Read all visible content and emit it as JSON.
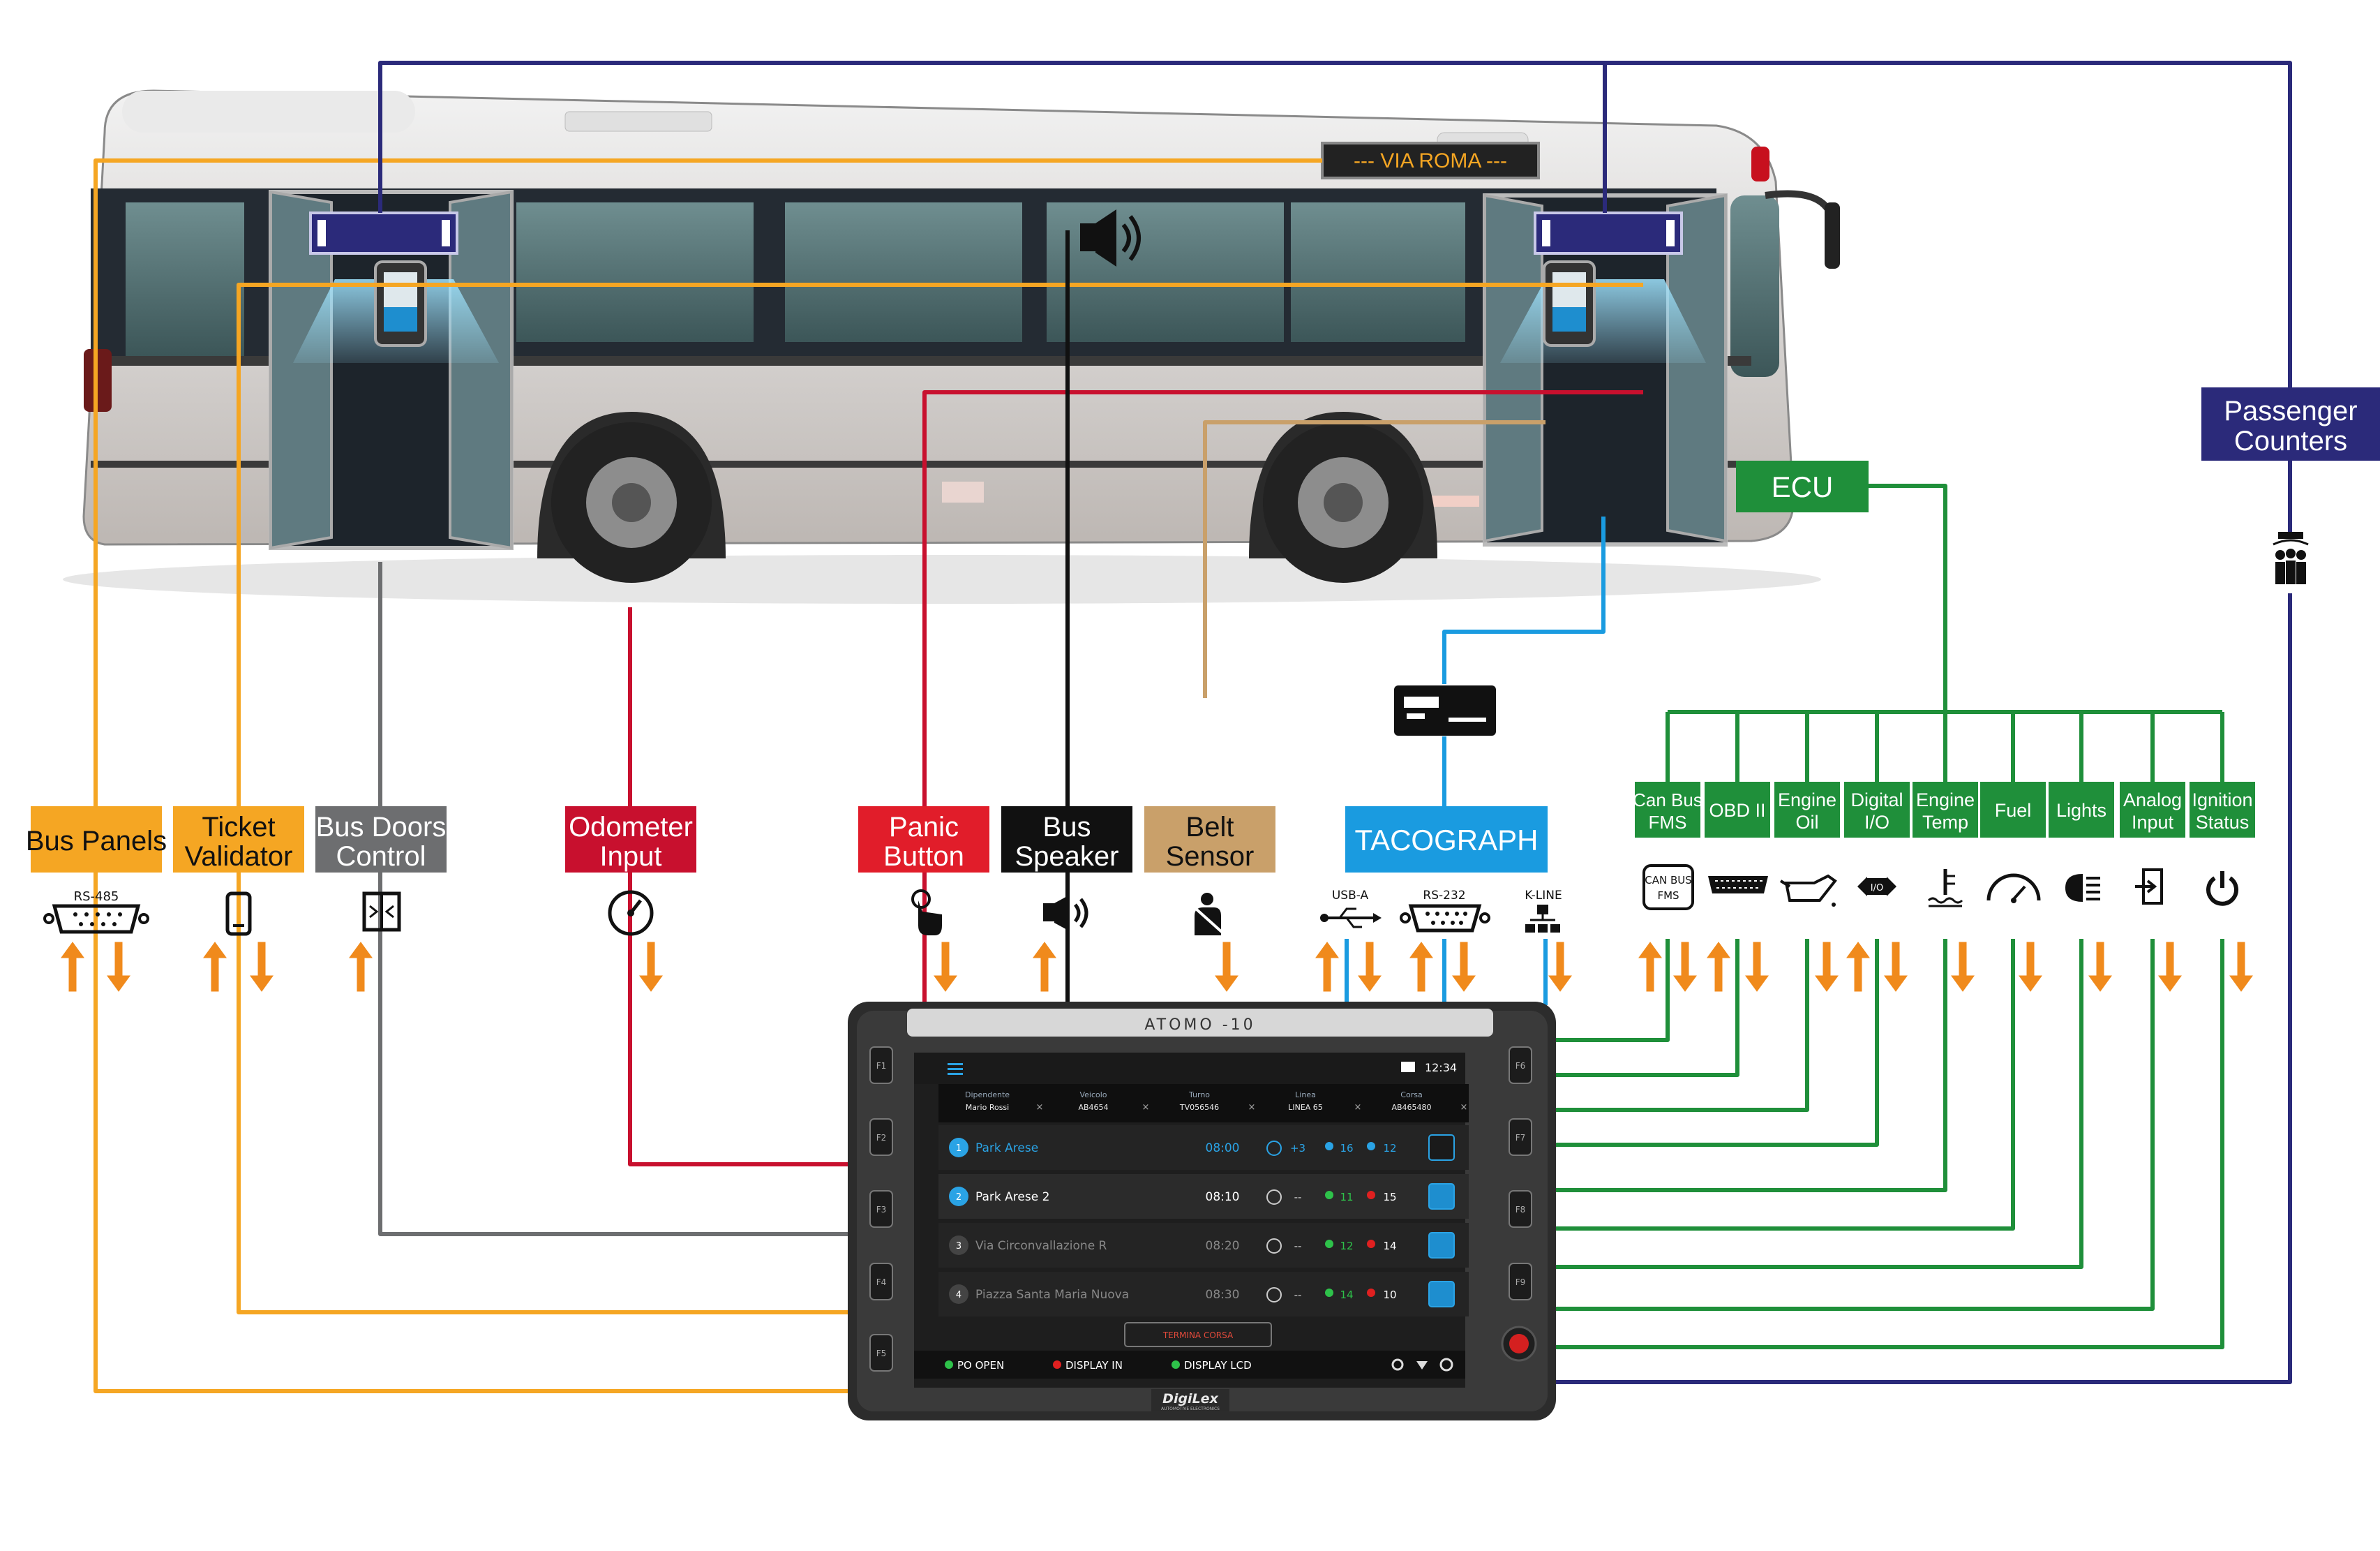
{
  "bus": {
    "destination_sign": "--- VIA ROMA ---"
  },
  "labels": {
    "bus_panels": "Bus Panels",
    "ticket_validator_1": "Ticket",
    "ticket_validator_2": "Validator",
    "bus_doors_1": "Bus Doors",
    "bus_doors_2": "Control",
    "odometer_1": "Odometer",
    "odometer_2": "Input",
    "panic_1": "Panic",
    "panic_2": "Button",
    "speaker_1": "Bus",
    "speaker_2": "Speaker",
    "belt_1": "Belt",
    "belt_2": "Sensor",
    "tacograph": "TACOGRAPH",
    "ecu": "ECU",
    "passenger_1": "Passenger",
    "passenger_2": "Counters",
    "canbus_1": "Can Bus",
    "canbus_2": "FMS",
    "obd": "OBD II",
    "engine_oil_1": "Engine",
    "engine_oil_2": "Oil",
    "digital_io_1": "Digital",
    "digital_io_2": "I/O",
    "engine_temp_1": "Engine",
    "engine_temp_2": "Temp",
    "fuel": "Fuel",
    "lights": "Lights",
    "analog_1": "Analog",
    "analog_2": "Input",
    "ignition_1": "Ignition",
    "ignition_2": "Status"
  },
  "ports": {
    "rs485": "RS-485",
    "usb_a": "USB-A",
    "rs232": "RS-232",
    "kline": "K-LINE",
    "canbus_icon_1": "CAN BUS",
    "canbus_icon_2": "FMS",
    "io_icon": "I/O"
  },
  "device": {
    "model": "ATOMO -10",
    "brand": "DigiLex",
    "brand_sub": "AUTOMOTIVE ELECTRONICS",
    "fkeys_left": [
      "F1",
      "F2",
      "F3",
      "F4",
      "F5"
    ],
    "fkeys_right": [
      "F6",
      "F7",
      "F8",
      "F9"
    ],
    "clock": "12:34",
    "info": [
      {
        "label": "Dipendente",
        "value": "Mario Rossi"
      },
      {
        "label": "Veicolo",
        "value": "AB4654"
      },
      {
        "label": "Turno",
        "value": "TV056546"
      },
      {
        "label": "Linea",
        "value": "LINEA 65"
      },
      {
        "label": "Corsa",
        "value": "AB465480"
      }
    ],
    "rows": [
      {
        "num": "1",
        "stop": "Park Arese",
        "time": "08:00",
        "delay": "+3",
        "up": "16",
        "down": "12"
      },
      {
        "num": "2",
        "stop": "Park Arese 2",
        "time": "08:10",
        "delay": "--",
        "up": "11",
        "down": "15"
      },
      {
        "num": "3",
        "stop": "Via Circonvallazione R",
        "time": "08:20",
        "delay": "--",
        "up": "12",
        "down": "14"
      },
      {
        "num": "4",
        "stop": "Piazza Santa Maria Nuova",
        "time": "08:30",
        "delay": "--",
        "up": "14",
        "down": "10"
      }
    ],
    "end_button": "TERMINA CORSA",
    "status": [
      {
        "label": "PO OPEN",
        "color": "#2ec24a"
      },
      {
        "label": "DISPLAY IN",
        "color": "#e02020"
      },
      {
        "label": "DISPLAY LCD",
        "color": "#2ec24a"
      }
    ]
  },
  "colors": {
    "orange": "#f5a623",
    "orange_arrow": "#f08a1c",
    "gray": "#6d6e70",
    "red": "#c8102e",
    "panic_red": "#e11d2a",
    "black": "#111111",
    "tan": "#c9a06a",
    "blue": "#1a9be0",
    "green": "#1f8f3a",
    "navy": "#2b2a7a"
  }
}
